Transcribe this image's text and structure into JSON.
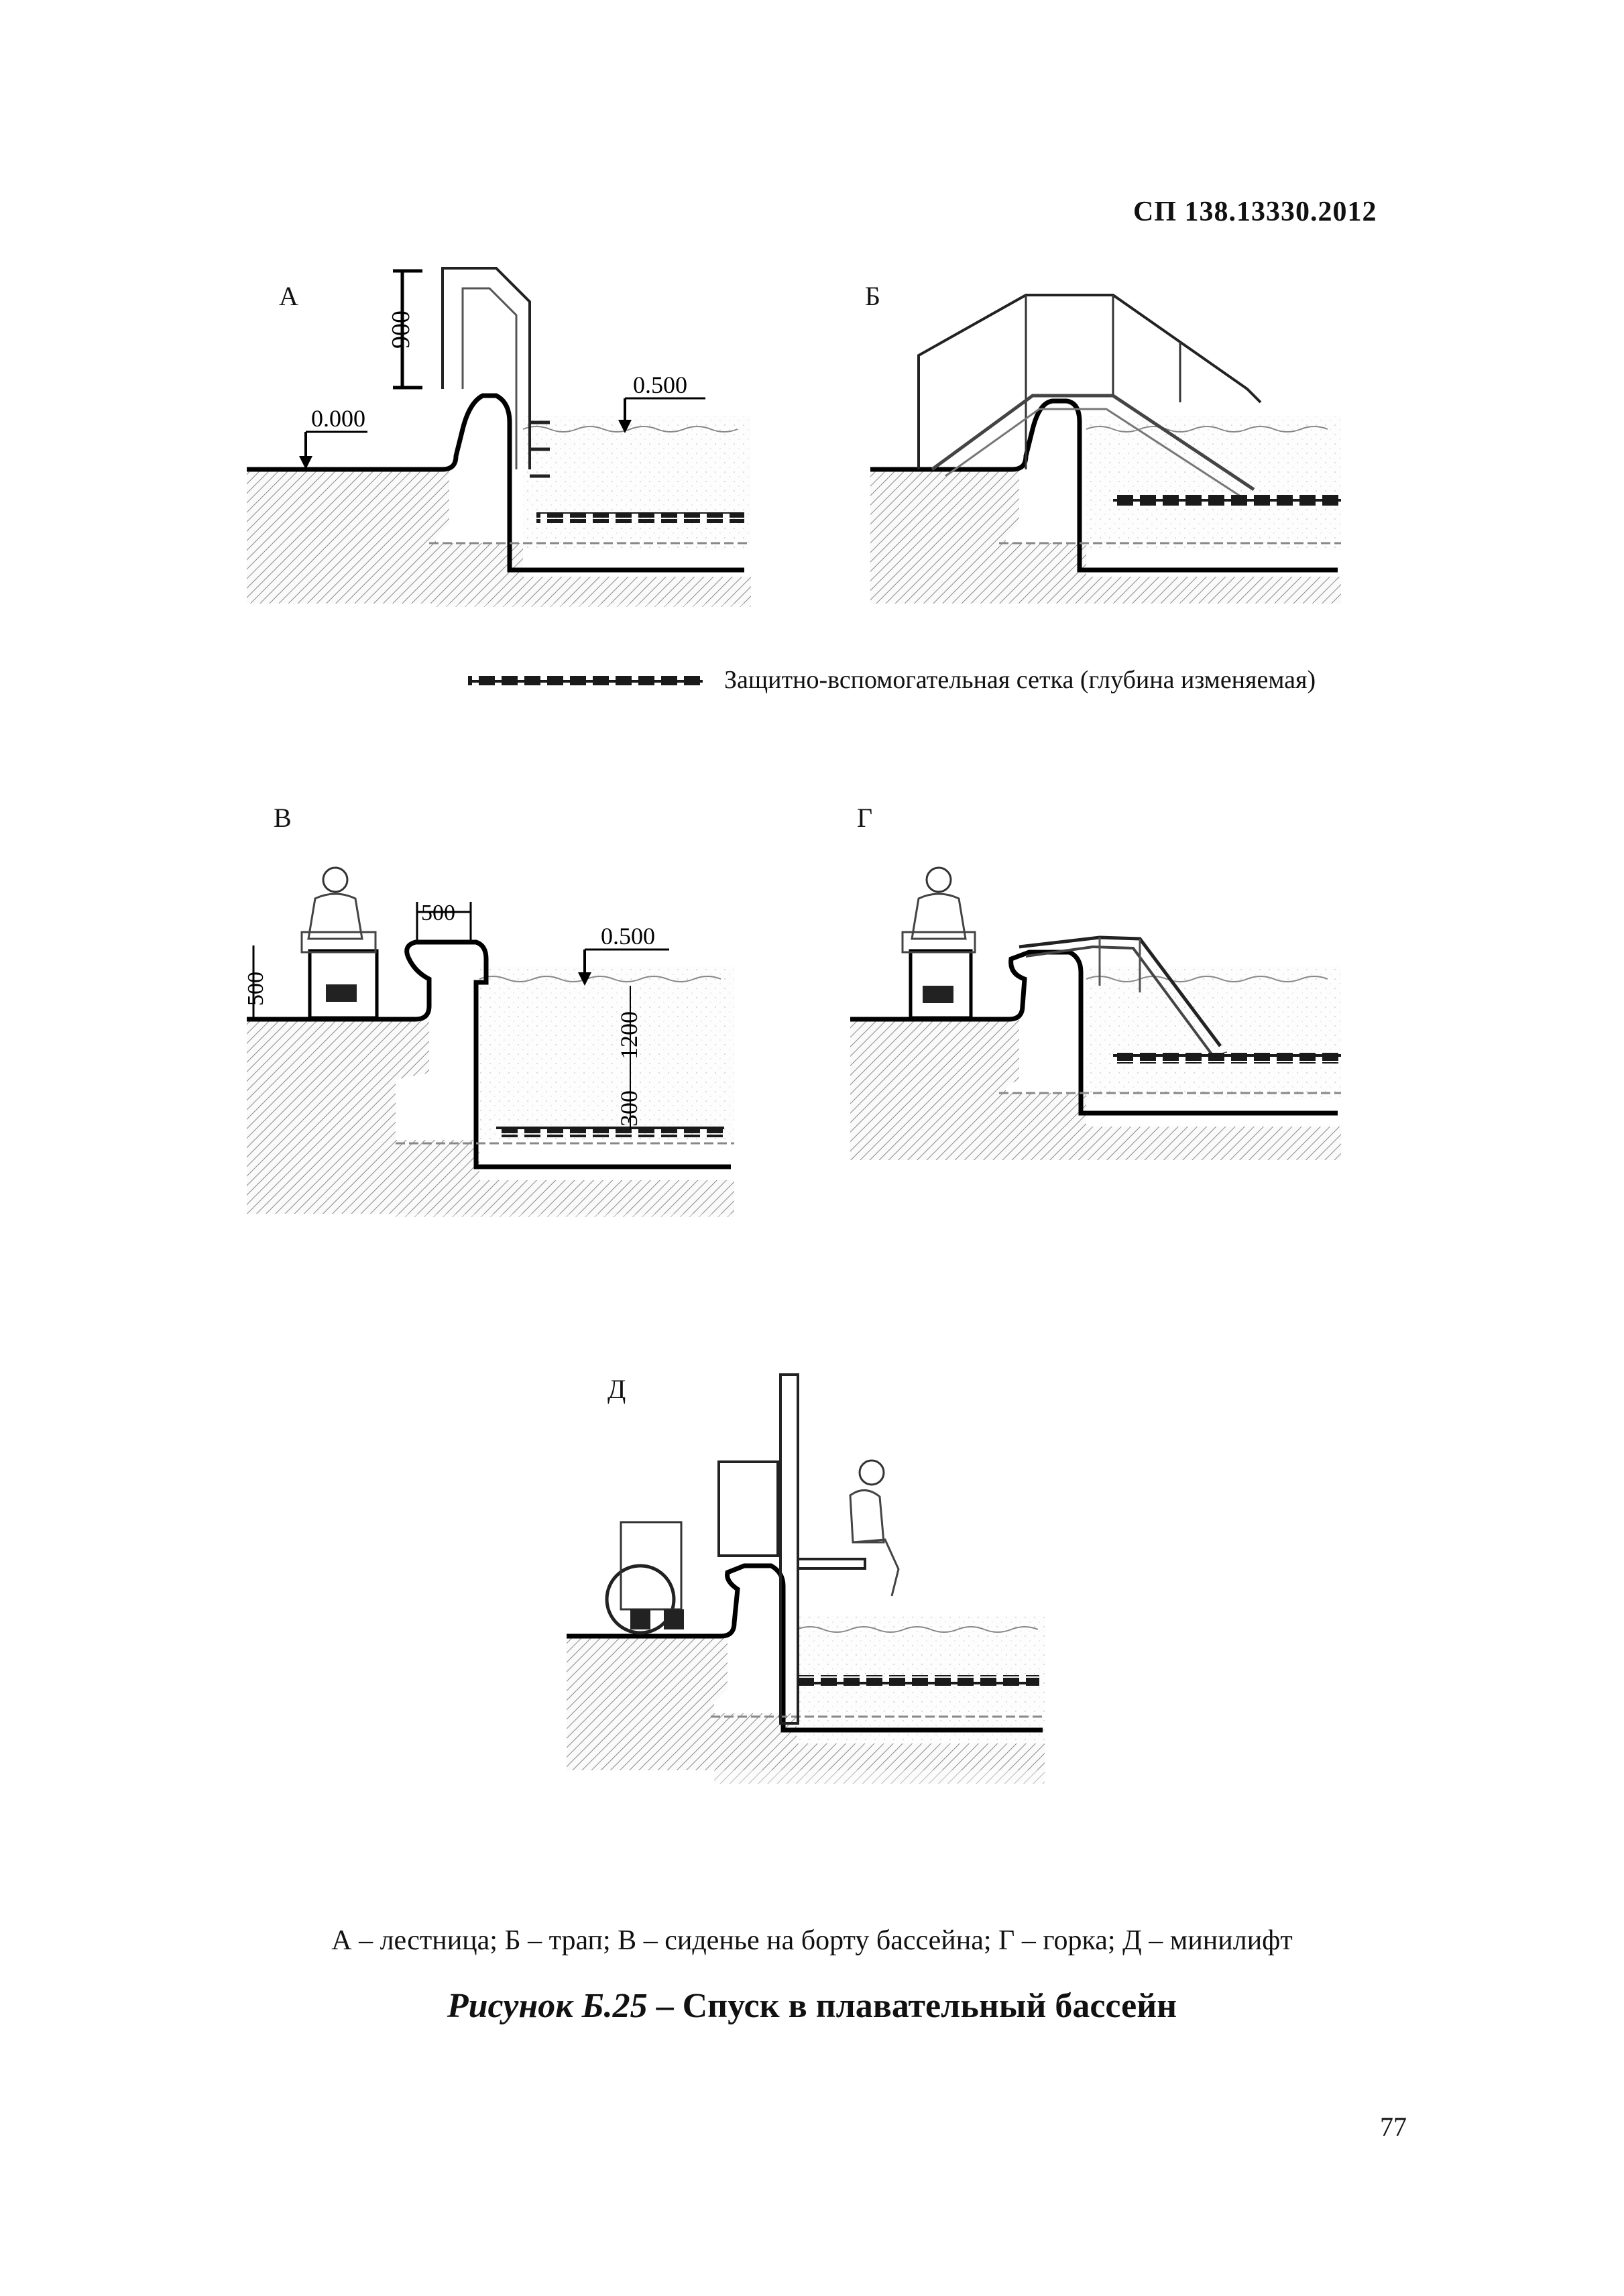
{
  "header": {
    "doc_code": "СП 138.13330.2012"
  },
  "panels": {
    "a": {
      "letter": "А",
      "dim_height": "900",
      "level_floor": "0.000",
      "level_water": "0.500"
    },
    "b": {
      "letter": "Б"
    },
    "v": {
      "letter": "В",
      "dim_width": "500",
      "dim_seat": "500",
      "level_water": "0.500",
      "dim_depth": "1200",
      "dim_net": "300"
    },
    "g": {
      "letter": "Г"
    },
    "d": {
      "letter": "Д"
    }
  },
  "legend": {
    "text": "Защитно-вспомогательная сетка (глубина изменяемая)"
  },
  "caption": "А – лестница; Б – трап; В – сиденье на борту бассейна; Г – горка; Д – минилифт",
  "figure": {
    "label": "Рисунок Б.25",
    "dash": " – ",
    "title": "Спуск в плавательный бассейн"
  },
  "page_number": "77"
}
